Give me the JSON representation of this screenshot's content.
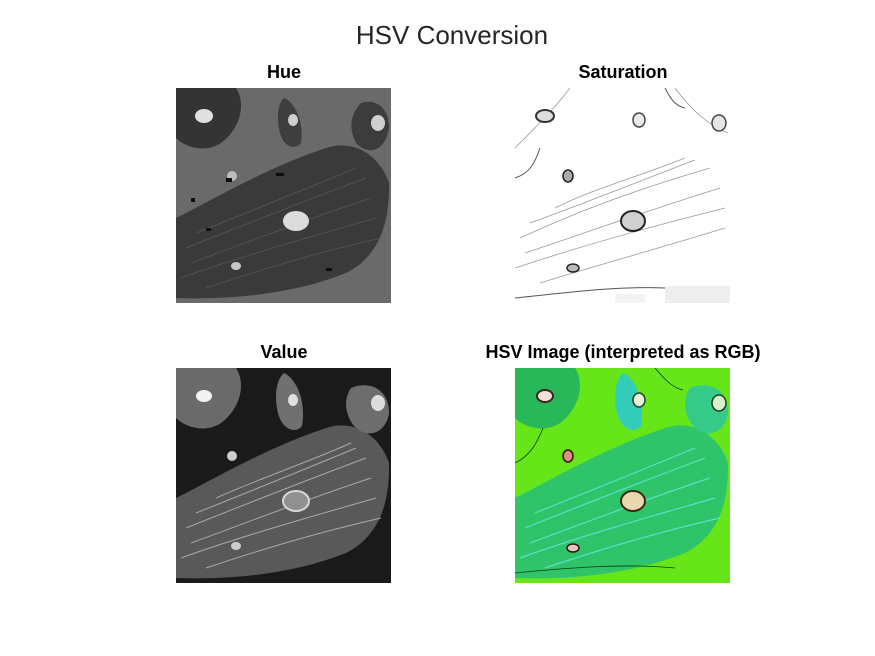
{
  "figure": {
    "title": "HSV Conversion"
  },
  "panels": {
    "hue": {
      "title": "Hue"
    },
    "saturation": {
      "title": "Saturation"
    },
    "value": {
      "title": "Value"
    },
    "hsv_rgb": {
      "title": "HSV Image (interpreted as RGB)"
    }
  },
  "colors": {
    "hue_background": "#6a6a6a",
    "value_background": "#1a1a1a",
    "saturation_background": "#ffffff",
    "hsv_background": "#66e619",
    "hsv_cells": "#33ccb8"
  }
}
